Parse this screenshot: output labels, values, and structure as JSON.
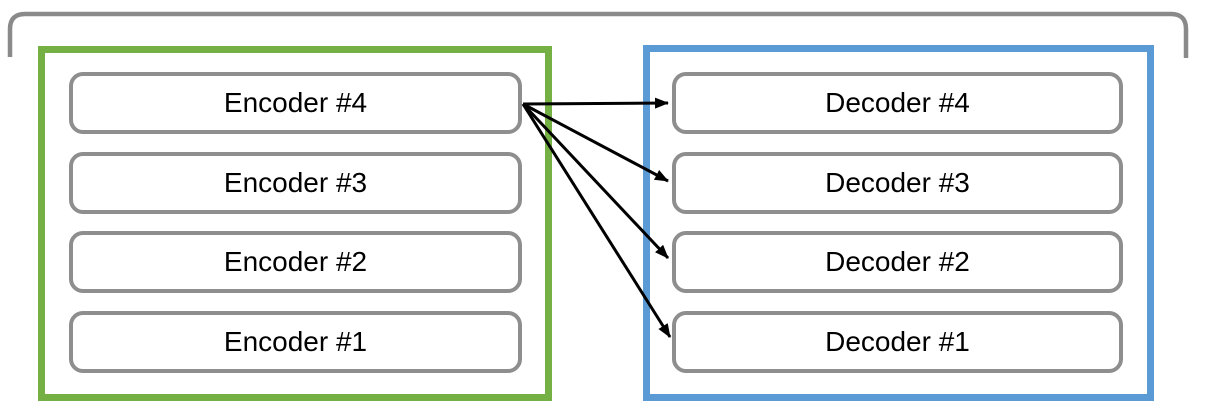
{
  "figure": {
    "encoder_stack": {
      "boxes": [
        "Encoder #4",
        "Encoder #3",
        "Encoder #2",
        "Encoder #1"
      ]
    },
    "decoder_stack": {
      "boxes": [
        "Decoder #4",
        "Decoder #3",
        "Decoder #2",
        "Decoder #1"
      ]
    },
    "connections": [
      {
        "from": "Encoder #4",
        "to": "Decoder #4"
      },
      {
        "from": "Encoder #4",
        "to": "Decoder #3"
      },
      {
        "from": "Encoder #4",
        "to": "Decoder #2"
      },
      {
        "from": "Encoder #4",
        "to": "Decoder #1"
      }
    ]
  },
  "colors": {
    "encoder_border": "#74b043",
    "decoder_border": "#5b9bd5",
    "unit_border": "#8e8e8e",
    "bracket": "#8a8a8a",
    "arrow": "#000000",
    "text": "#000000",
    "background": "#ffffff"
  }
}
